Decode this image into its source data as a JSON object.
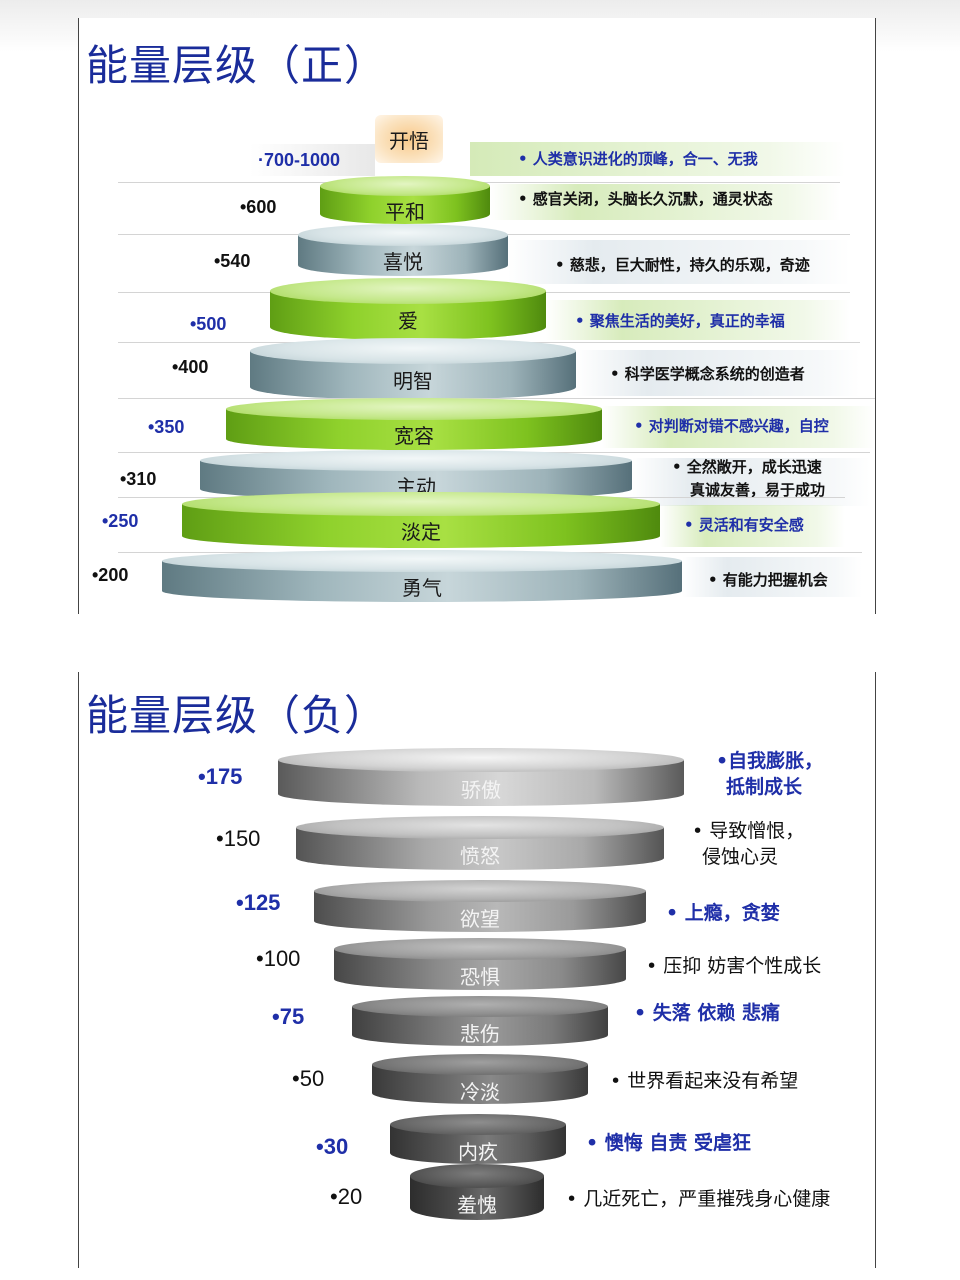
{
  "positive": {
    "title": "能量层级（正）",
    "levels": [
      {
        "value": "·700-1000",
        "name": "开悟",
        "lines": [
          "• 人类意识进化的顶峰，合一、无我"
        ],
        "color": "#1f2fa8"
      },
      {
        "value": "•600",
        "name": "平和",
        "lines": [
          "• 感官关闭，头脑长久沉默，通灵状态"
        ],
        "color": "#111111"
      },
      {
        "value": "•540",
        "name": "喜悦",
        "lines": [
          "• 慈悲，巨大耐性，持久的乐观，奇迹"
        ],
        "color": "#111111"
      },
      {
        "value": "•500",
        "name": "爱",
        "lines": [
          "• 聚焦生活的美好，真正的幸福"
        ],
        "color": "#1f2fa8"
      },
      {
        "value": "•400",
        "name": "明智",
        "lines": [
          "• 科学医学概念系统的创造者"
        ],
        "color": "#111111"
      },
      {
        "value": "•350",
        "name": "宽容",
        "lines": [
          "• 对判断对错不感兴趣，自控"
        ],
        "color": "#1f2fa8"
      },
      {
        "value": "•310",
        "name": "主动",
        "lines": [
          "• 全然敞开，成长迅速",
          "真诚友善，易于成功"
        ],
        "color": "#111111"
      },
      {
        "value": "•250",
        "name": "淡定",
        "lines": [
          "• 灵活和有安全感"
        ],
        "color": "#1f2fa8"
      },
      {
        "value": "•200",
        "name": "勇气",
        "lines": [
          "• 有能力把握机会"
        ],
        "color": "#111111"
      }
    ]
  },
  "negative": {
    "title": "能量层级（负）",
    "levels": [
      {
        "value": "•175",
        "name": "骄傲",
        "lines": [
          "•自我膨胀，",
          "抵制成长"
        ],
        "color": "#1f2fa8"
      },
      {
        "value": "•150",
        "name": "愤怒",
        "lines": [
          "• 导致憎恨，",
          "侵蚀心灵"
        ],
        "color": "#111111"
      },
      {
        "value": "•125",
        "name": "欲望",
        "lines": [
          "• 上瘾，贪婪"
        ],
        "color": "#1f2fa8"
      },
      {
        "value": "•100",
        "name": "恐惧",
        "lines": [
          "• 压抑 妨害个性成长"
        ],
        "color": "#111111"
      },
      {
        "value": "•75",
        "name": "悲伤",
        "lines": [
          "• 失落 依赖 悲痛"
        ],
        "color": "#1f2fa8"
      },
      {
        "value": "•50",
        "name": "冷淡",
        "lines": [
          "• 世界看起来没有希望"
        ],
        "color": "#111111"
      },
      {
        "value": "•30",
        "name": "内疚",
        "lines": [
          "• 懊悔 自责 受虐狂"
        ],
        "color": "#1f2fa8"
      },
      {
        "value": "•20",
        "name": "羞愧",
        "lines": [
          "• 几近死亡，严重摧残身心健康"
        ],
        "color": "#111111"
      }
    ]
  }
}
